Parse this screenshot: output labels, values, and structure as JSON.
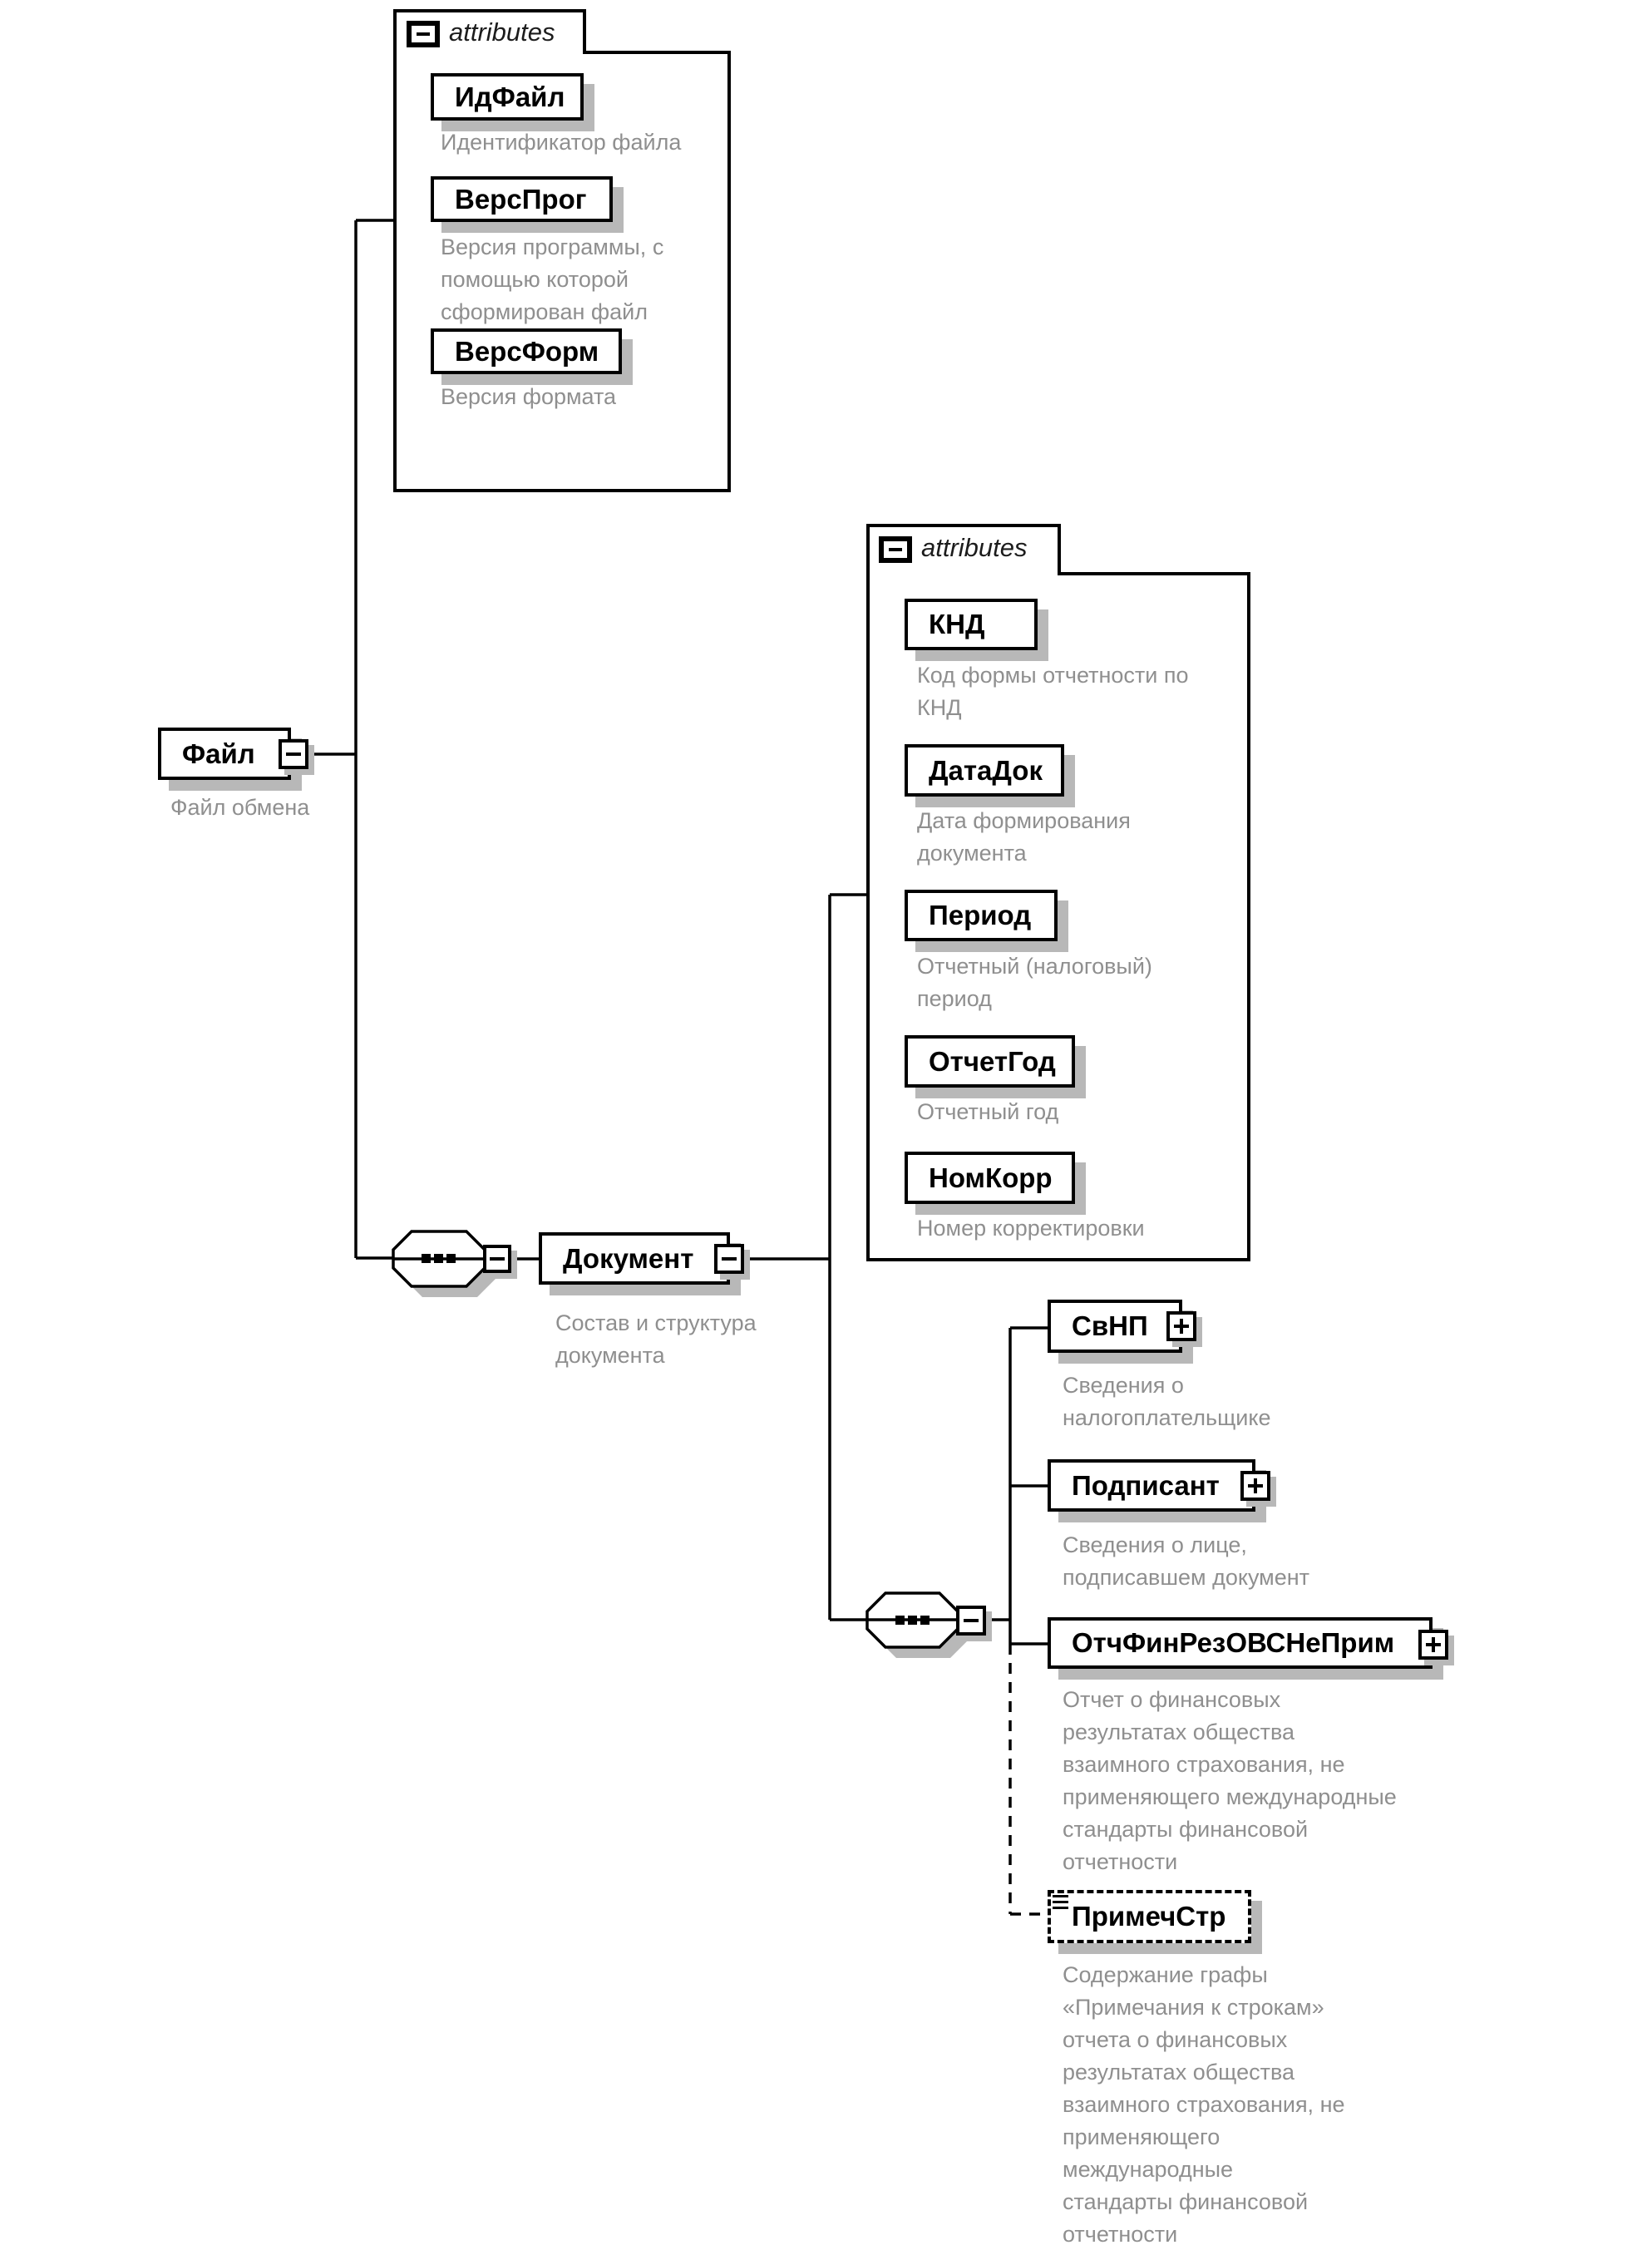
{
  "file": {
    "label": "Файл",
    "description": "Файл обмена"
  },
  "file_attributes": {
    "header": "attributes",
    "items": [
      {
        "name": "ИдФайл",
        "description": "Идентификатор файла"
      },
      {
        "name": "ВерсПрог",
        "description": "Версия программы, с\nпомощью которой\nсформирован файл"
      },
      {
        "name": "ВерсФорм",
        "description": "Версия формата"
      }
    ]
  },
  "document": {
    "label": "Документ",
    "description": "Состав и структура\nдокумента"
  },
  "document_attributes": {
    "header": "attributes",
    "items": [
      {
        "name": "КНД",
        "description": "Код формы отчетности по\nКНД"
      },
      {
        "name": "ДатаДок",
        "description": "Дата формирования\nдокумента"
      },
      {
        "name": "Период",
        "description": "Отчетный (налоговый)\nпериод"
      },
      {
        "name": "ОтчетГод",
        "description": "Отчетный год"
      },
      {
        "name": "НомКорр",
        "description": "Номер корректировки"
      }
    ]
  },
  "children": [
    {
      "label": "СвНП",
      "optional": false,
      "description": "Сведения о\nналогоплательщике"
    },
    {
      "label": "Подписант",
      "optional": false,
      "description": "Сведения о лице,\nподписавшем документ"
    },
    {
      "label": "ОтчФинРезОВСНеПрим",
      "optional": false,
      "description": "Отчет о финансовых\nрезультатах общества\nвзаимного страхования, не\nприменяющего международные\nстандарты финансовой\nотчетности"
    },
    {
      "label": "ПримечСтр",
      "optional": true,
      "description": "Содержание графы\n«Примечания к строкам»\nотчета о финансовых\nрезультатах общества\nвзаимного страхования, не\nприменяющего\nмеждународные\nстандарты финансовой\nотчетности"
    }
  ],
  "icons": {
    "collapse": "minus",
    "expand": "plus",
    "sequence": "octagon-with-three-dots",
    "repeat_marker": "triple-bars"
  },
  "colors": {
    "background": "#ffffff",
    "line": "#000000",
    "box_fill": "#ffffff",
    "shadow": "#b8b8b8",
    "description_text": "#8f8f8f"
  }
}
